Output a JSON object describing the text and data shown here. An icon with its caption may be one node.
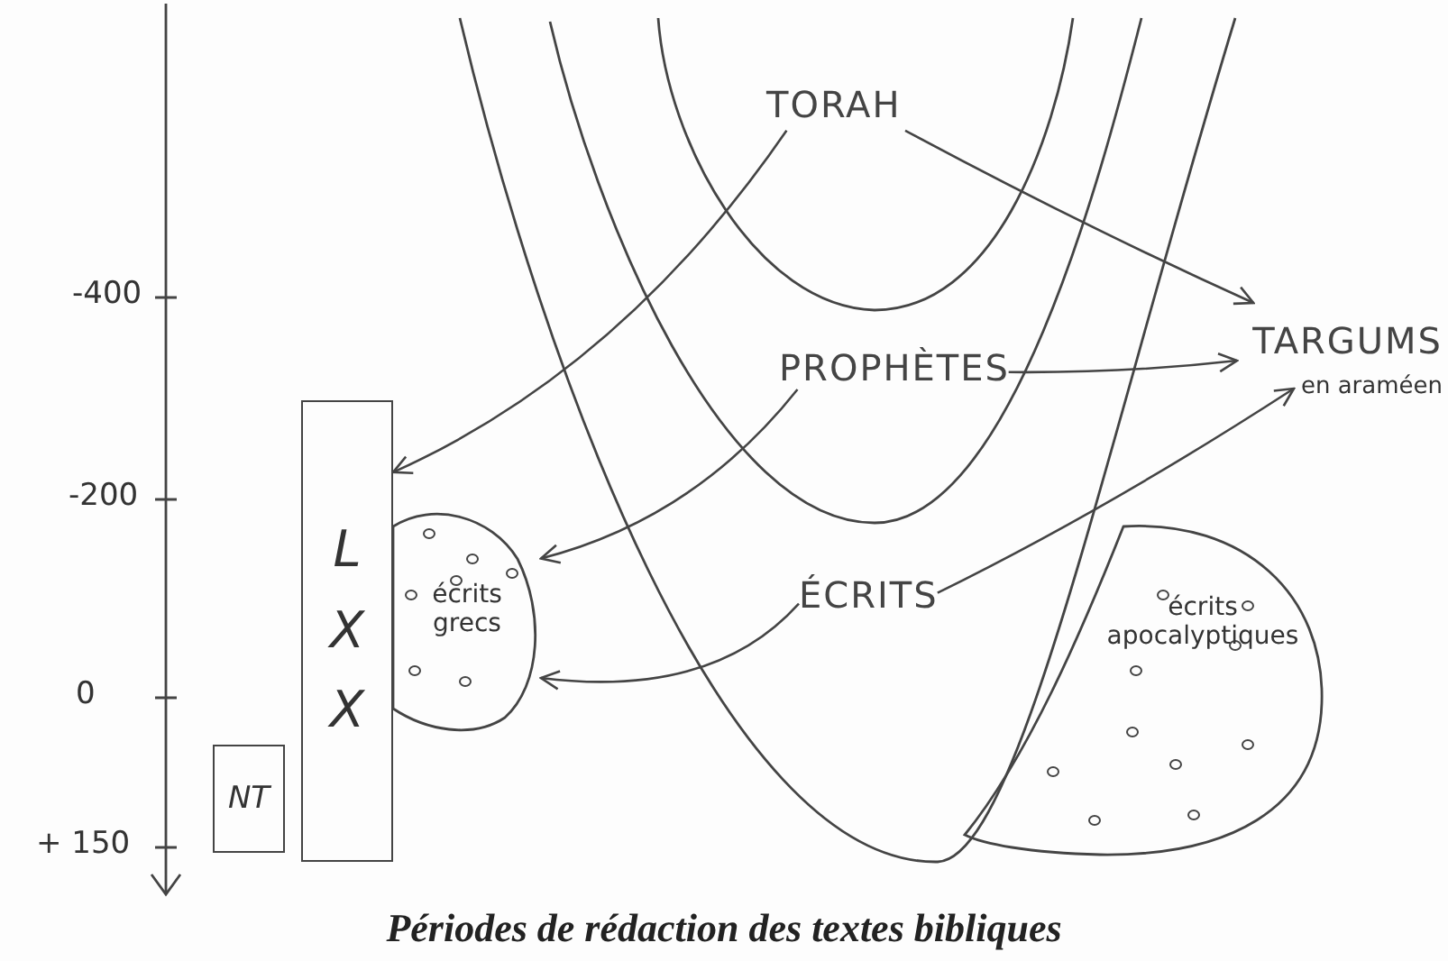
{
  "diagram": {
    "caption": "Périodes de rédaction des textes bibliques",
    "nodes": [
      {
        "text": [
          "TORAH"
        ]
      },
      {
        "text": [
          "PROPHÈTES"
        ]
      },
      {
        "text": [
          "ÉCRITS"
        ]
      },
      {
        "text": [
          "TARGUMS",
          "en araméen"
        ]
      },
      {
        "text": [
          "LXX"
        ]
      },
      {
        "text": [
          "écrits grecs"
        ]
      },
      {
        "text": [
          "NT"
        ]
      },
      {
        "text": [
          "écrits apocalyptiques"
        ]
      }
    ],
    "edges": [
      {
        "from": 0,
        "to": 3,
        "arrow": "to"
      },
      {
        "from": 1,
        "to": 3,
        "arrow": "to"
      },
      {
        "from": 2,
        "to": 3,
        "arrow": "to"
      },
      {
        "from": 0,
        "to": 4,
        "arrow": "to"
      },
      {
        "from": 1,
        "to": 5,
        "arrow": "to"
      },
      {
        "from": 2,
        "to": 5,
        "arrow": "to"
      }
    ],
    "labels": [
      "-400",
      "-200",
      "0",
      "+ 150"
    ]
  }
}
